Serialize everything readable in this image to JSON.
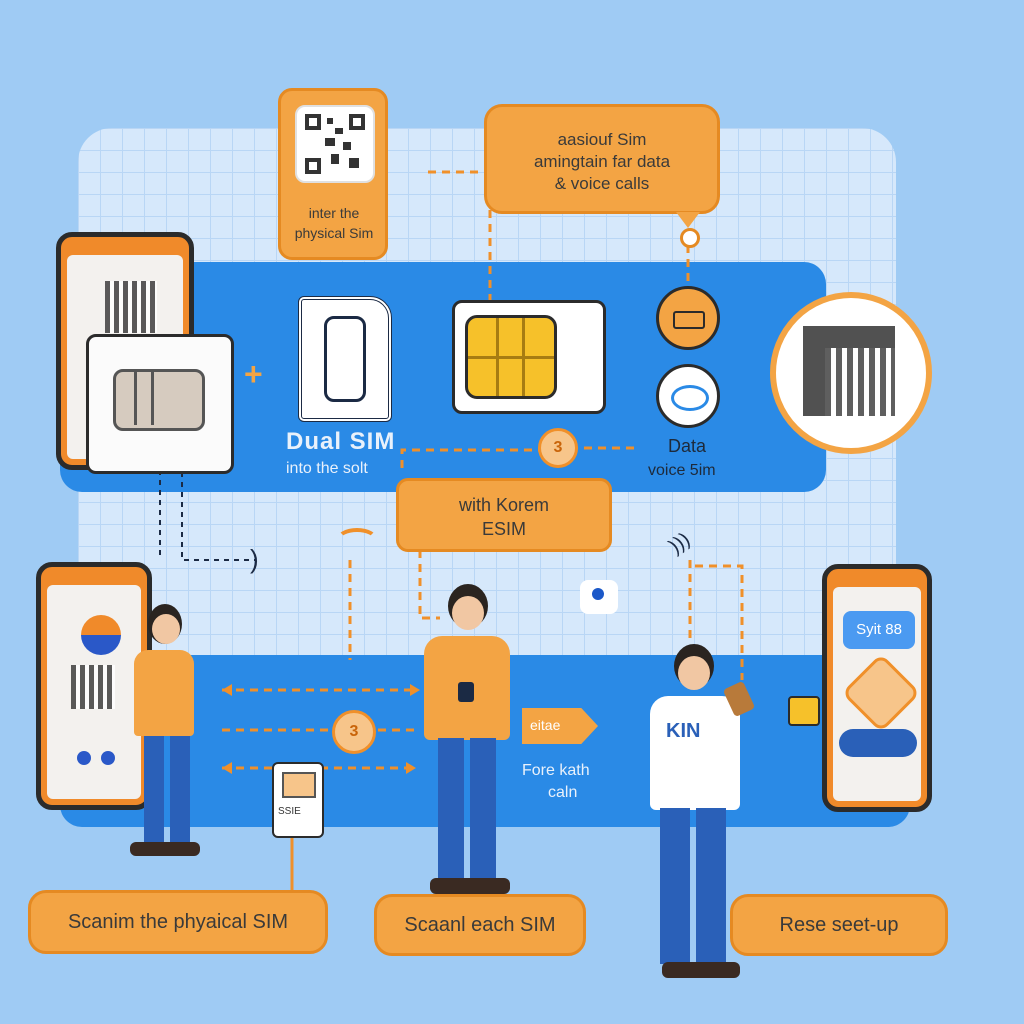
{
  "callouts": {
    "top_left": "inter the physical Sim",
    "top_right_line1": "aasiouf Sim",
    "top_right_line2": "amingtain far data",
    "top_right_line3": "& voice calls",
    "center": "with Korem ESIM"
  },
  "labels": {
    "dual_sim": "Dual SIM",
    "into_slot": "into the solt",
    "data": "Data",
    "voice_sim": "voice 5im",
    "step_top": "3",
    "step_mid": "3",
    "arrow_label": "eitae",
    "fore_line1": "Fore kath",
    "fore_line2": "caln",
    "envelope_caption": "SSIE",
    "right_phone_chip": "Syit 88",
    "shirt_text": "KIN"
  },
  "bottom_buttons": {
    "left": "Scanim the phyaical SIM",
    "middle": "Scaanl each SIM",
    "right": "Rese seet-up"
  },
  "colors": {
    "background": "#9fcbf4",
    "band": "#2a8ae6",
    "orange": "#f3a444",
    "sim_chip": "#f6c12a"
  },
  "icons": [
    "qr-code-icon",
    "sim-card-icon",
    "plus-icon",
    "wifi-icon",
    "envelope-icon",
    "korea-flag-icon",
    "person-icon",
    "location-pin-icon"
  ]
}
